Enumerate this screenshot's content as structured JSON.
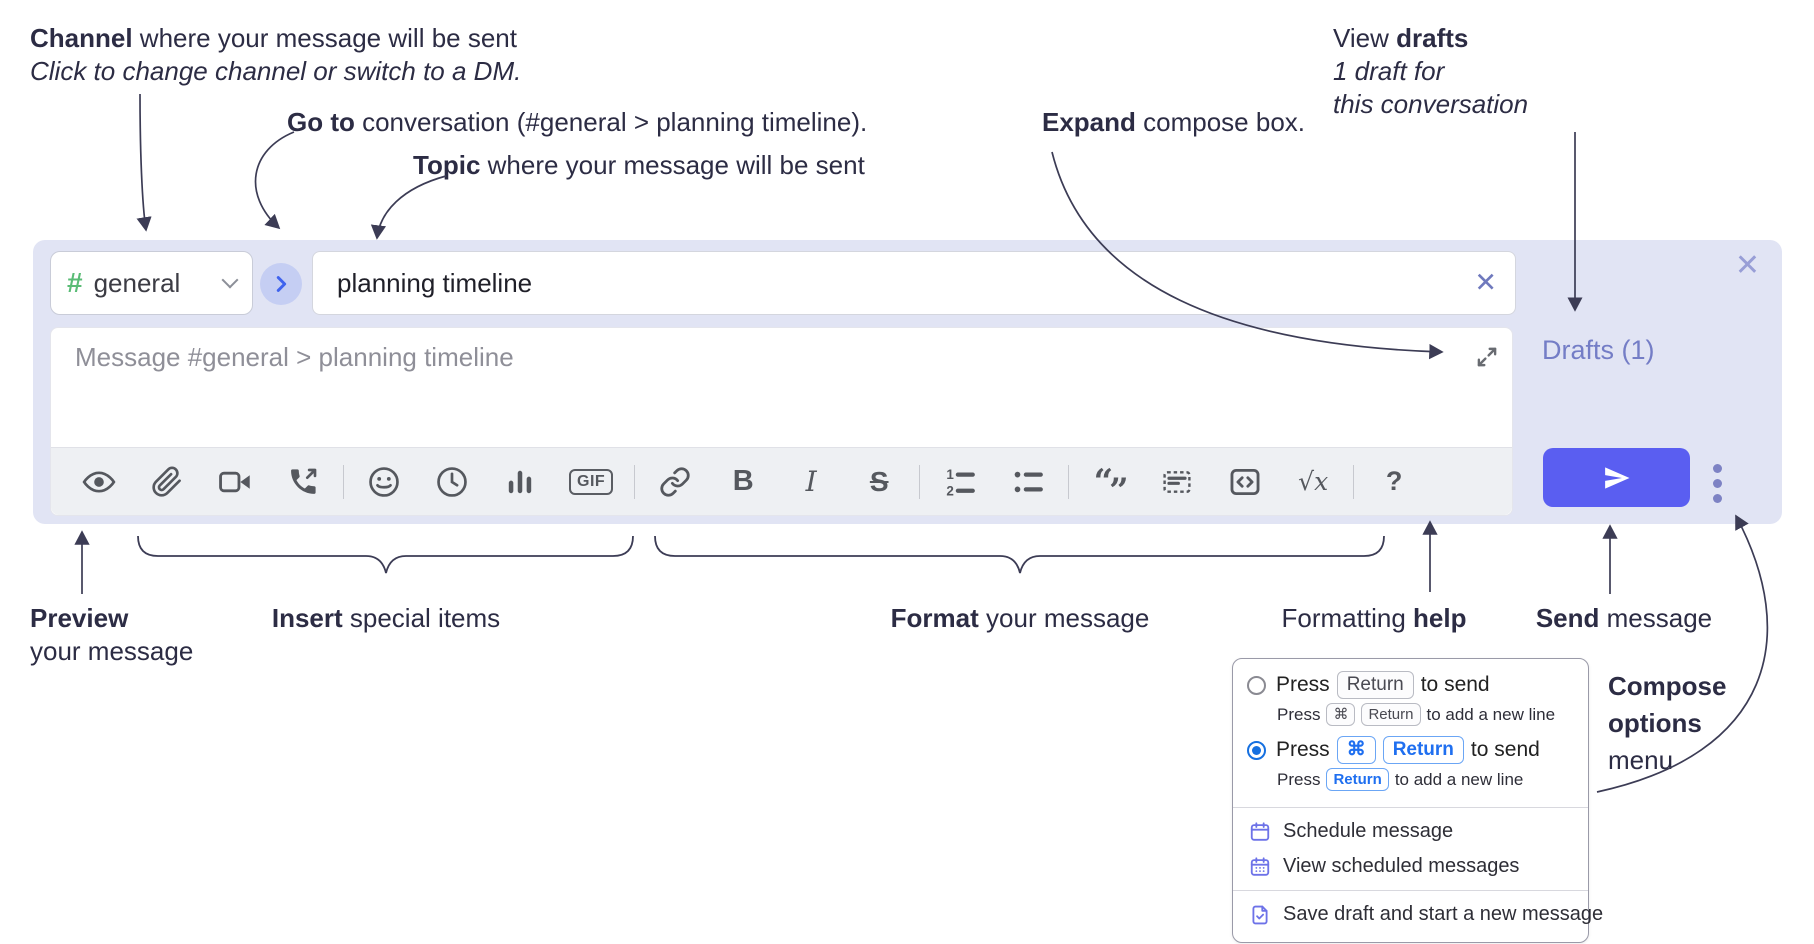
{
  "annotations": {
    "channel": {
      "bold": "Channel",
      "rest": " where your message will be sent",
      "italic": "Click to change channel or switch to a DM."
    },
    "goto": {
      "bold": "Go to",
      "rest": " conversation (#general > planning timeline)."
    },
    "topic": {
      "bold": "Topic",
      "rest": " where your message will be sent"
    },
    "expand": {
      "bold": "Expand",
      "rest": " compose box."
    },
    "drafts": {
      "pre": "View ",
      "bold": "drafts",
      "line2": "1 draft for",
      "line3": "this conversation"
    },
    "preview": {
      "bold": "Preview",
      "line2": "your message"
    },
    "insert": {
      "bold": "Insert",
      "rest": " special items"
    },
    "format": {
      "bold": "Format",
      "rest": " your message"
    },
    "help": {
      "pre": "Formatting ",
      "bold": "help"
    },
    "send": {
      "bold": "Send",
      "rest": " message"
    },
    "compose_options": {
      "line1": "Compose",
      "line2": "options",
      "line3": "menu"
    }
  },
  "compose": {
    "channel": {
      "hash": "#",
      "name": "general"
    },
    "topic_value": "planning timeline",
    "clear_topic_glyph": "✕",
    "close_glyph": "✕",
    "message_placeholder": "Message #general > planning timeline",
    "drafts_link": "Drafts (1)",
    "toolbar": {
      "icons": [
        "preview-icon",
        "attach-file-icon",
        "video-call-icon",
        "audio-call-icon",
        "emoji-icon",
        "schedule-clock-icon",
        "poll-icon",
        "gif-icon",
        "link-icon",
        "bold-icon",
        "italic-icon",
        "strikethrough-icon",
        "numbered-list-icon",
        "bulleted-list-icon",
        "quote-icon",
        "spoiler-icon",
        "code-icon",
        "math-icon",
        "help-icon"
      ],
      "gif_label": "GIF",
      "bold_glyph": "B",
      "italic_glyph": "I",
      "strike_glyph": "S",
      "quote_open": "“",
      "quote_close": "”",
      "math_root": "√",
      "math_var": "x",
      "help_glyph": "?"
    }
  },
  "popup": {
    "options": [
      {
        "selected": false,
        "main": {
          "pre": "Press",
          "keys": [
            "Return"
          ],
          "post": "to send"
        },
        "sub": {
          "pre": "Press",
          "keys": [
            "⌘",
            "Return"
          ],
          "post": "to add a new line"
        }
      },
      {
        "selected": true,
        "main": {
          "pre": "Press",
          "keys": [
            "⌘",
            "Return"
          ],
          "post": "to send"
        },
        "sub": {
          "pre": "Press",
          "keys": [
            "Return"
          ],
          "post": "to add a new line"
        }
      }
    ],
    "items": [
      {
        "icon": "schedule-message-icon",
        "label": "Schedule message"
      },
      {
        "icon": "view-scheduled-icon",
        "label": "View scheduled messages"
      },
      {
        "icon": "save-draft-icon",
        "label": "Save draft and start a new message"
      }
    ]
  },
  "colors": {
    "compose_bg": "#e1e4f4",
    "send_button": "#5a5ef1",
    "drafts_link": "#747dc6",
    "channel_hash_green": "#5abc76",
    "goto_circle": "#c5cef3",
    "key_blue": "#1f6ff0",
    "annotation_ink": "#2c2c44",
    "menu_icon_purple": "#6d72e8"
  }
}
